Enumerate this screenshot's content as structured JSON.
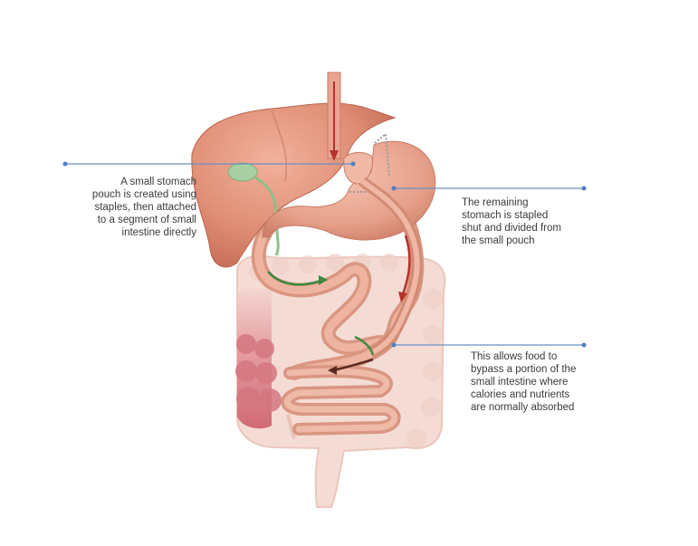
{
  "diagram": {
    "subject": "Gastric bypass (Roux-en-Y) anatomy",
    "colors": {
      "callout_line": "#6a8fc4",
      "callout_dot": "#4f7fc0",
      "organ": "#e3927a",
      "organ_dark": "#c66f58",
      "gallbladder": "#9cc59a",
      "colon": "#f2d2ca",
      "colon_red": "#d8707a",
      "food_arrow": "#b5322a",
      "bile_arrow": "#3f8a3f",
      "text": "#3a3a3a"
    },
    "annotations": [
      {
        "id": "pouch",
        "lines": [
          "A small stomach",
          "pouch is created using",
          "staples, then attached",
          "to a segment of small",
          "intestine directly"
        ]
      },
      {
        "id": "remaining-stomach",
        "lines": [
          "The remaining",
          "stomach is stapled",
          "shut and divided from",
          "the small pouch"
        ]
      },
      {
        "id": "bypass",
        "lines": [
          "This allows food to",
          "bypass a portion of the",
          "small intestine where",
          "calories and nutrients",
          "are normally absorbed"
        ]
      }
    ]
  }
}
